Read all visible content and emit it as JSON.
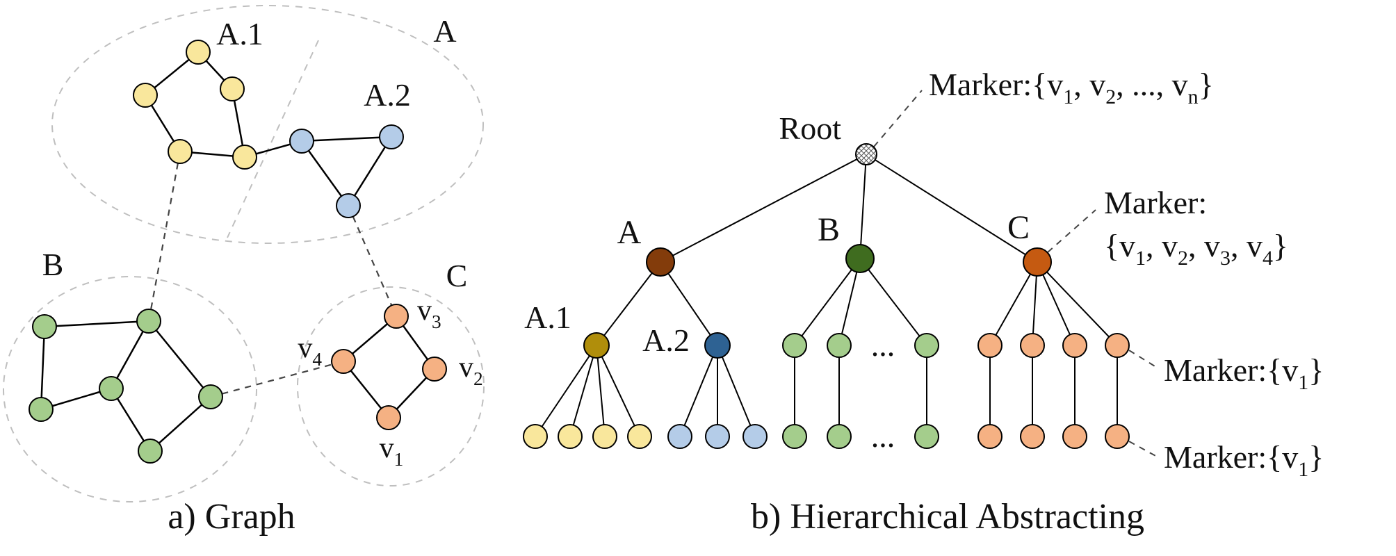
{
  "colors": {
    "yellow_light": "#F9E79C",
    "blue_light": "#B4CCE8",
    "green_light": "#A4CD8C",
    "orange_light": "#F5B183",
    "brown_dark": "#833C0B",
    "olive_dark": "#B08E0B",
    "blue_dark": "#2E6293",
    "green_dark": "#3F6C1F",
    "orange_dark": "#C55A11",
    "node_stroke": "#000000",
    "edge": "#000000",
    "cluster_dash": "#BFBFBF",
    "link_dash": "#444444"
  },
  "panel_a": {
    "caption": "a) Graph",
    "labels": {
      "cluster_a": "A",
      "cluster_a1": "A.1",
      "cluster_a2": "A.2",
      "cluster_b": "B",
      "cluster_c": "C",
      "v1": "v1",
      "v2": "v2",
      "v3": "v3",
      "v4": "v4"
    }
  },
  "panel_b": {
    "caption": "b) Hierarchical Abstracting",
    "labels": {
      "root": "Root",
      "a": "A",
      "b": "B",
      "c": "C",
      "a1": "A.1",
      "a2": "A.2",
      "ellipsis": "..."
    },
    "markers": {
      "root": "Marker:{v1, v2, ..., vn}",
      "c_line1": "Marker:",
      "c_line2": "{v1, v2, v3, v4}",
      "mid": "Marker:{v1}",
      "leaf": "Marker:{v1}"
    }
  }
}
